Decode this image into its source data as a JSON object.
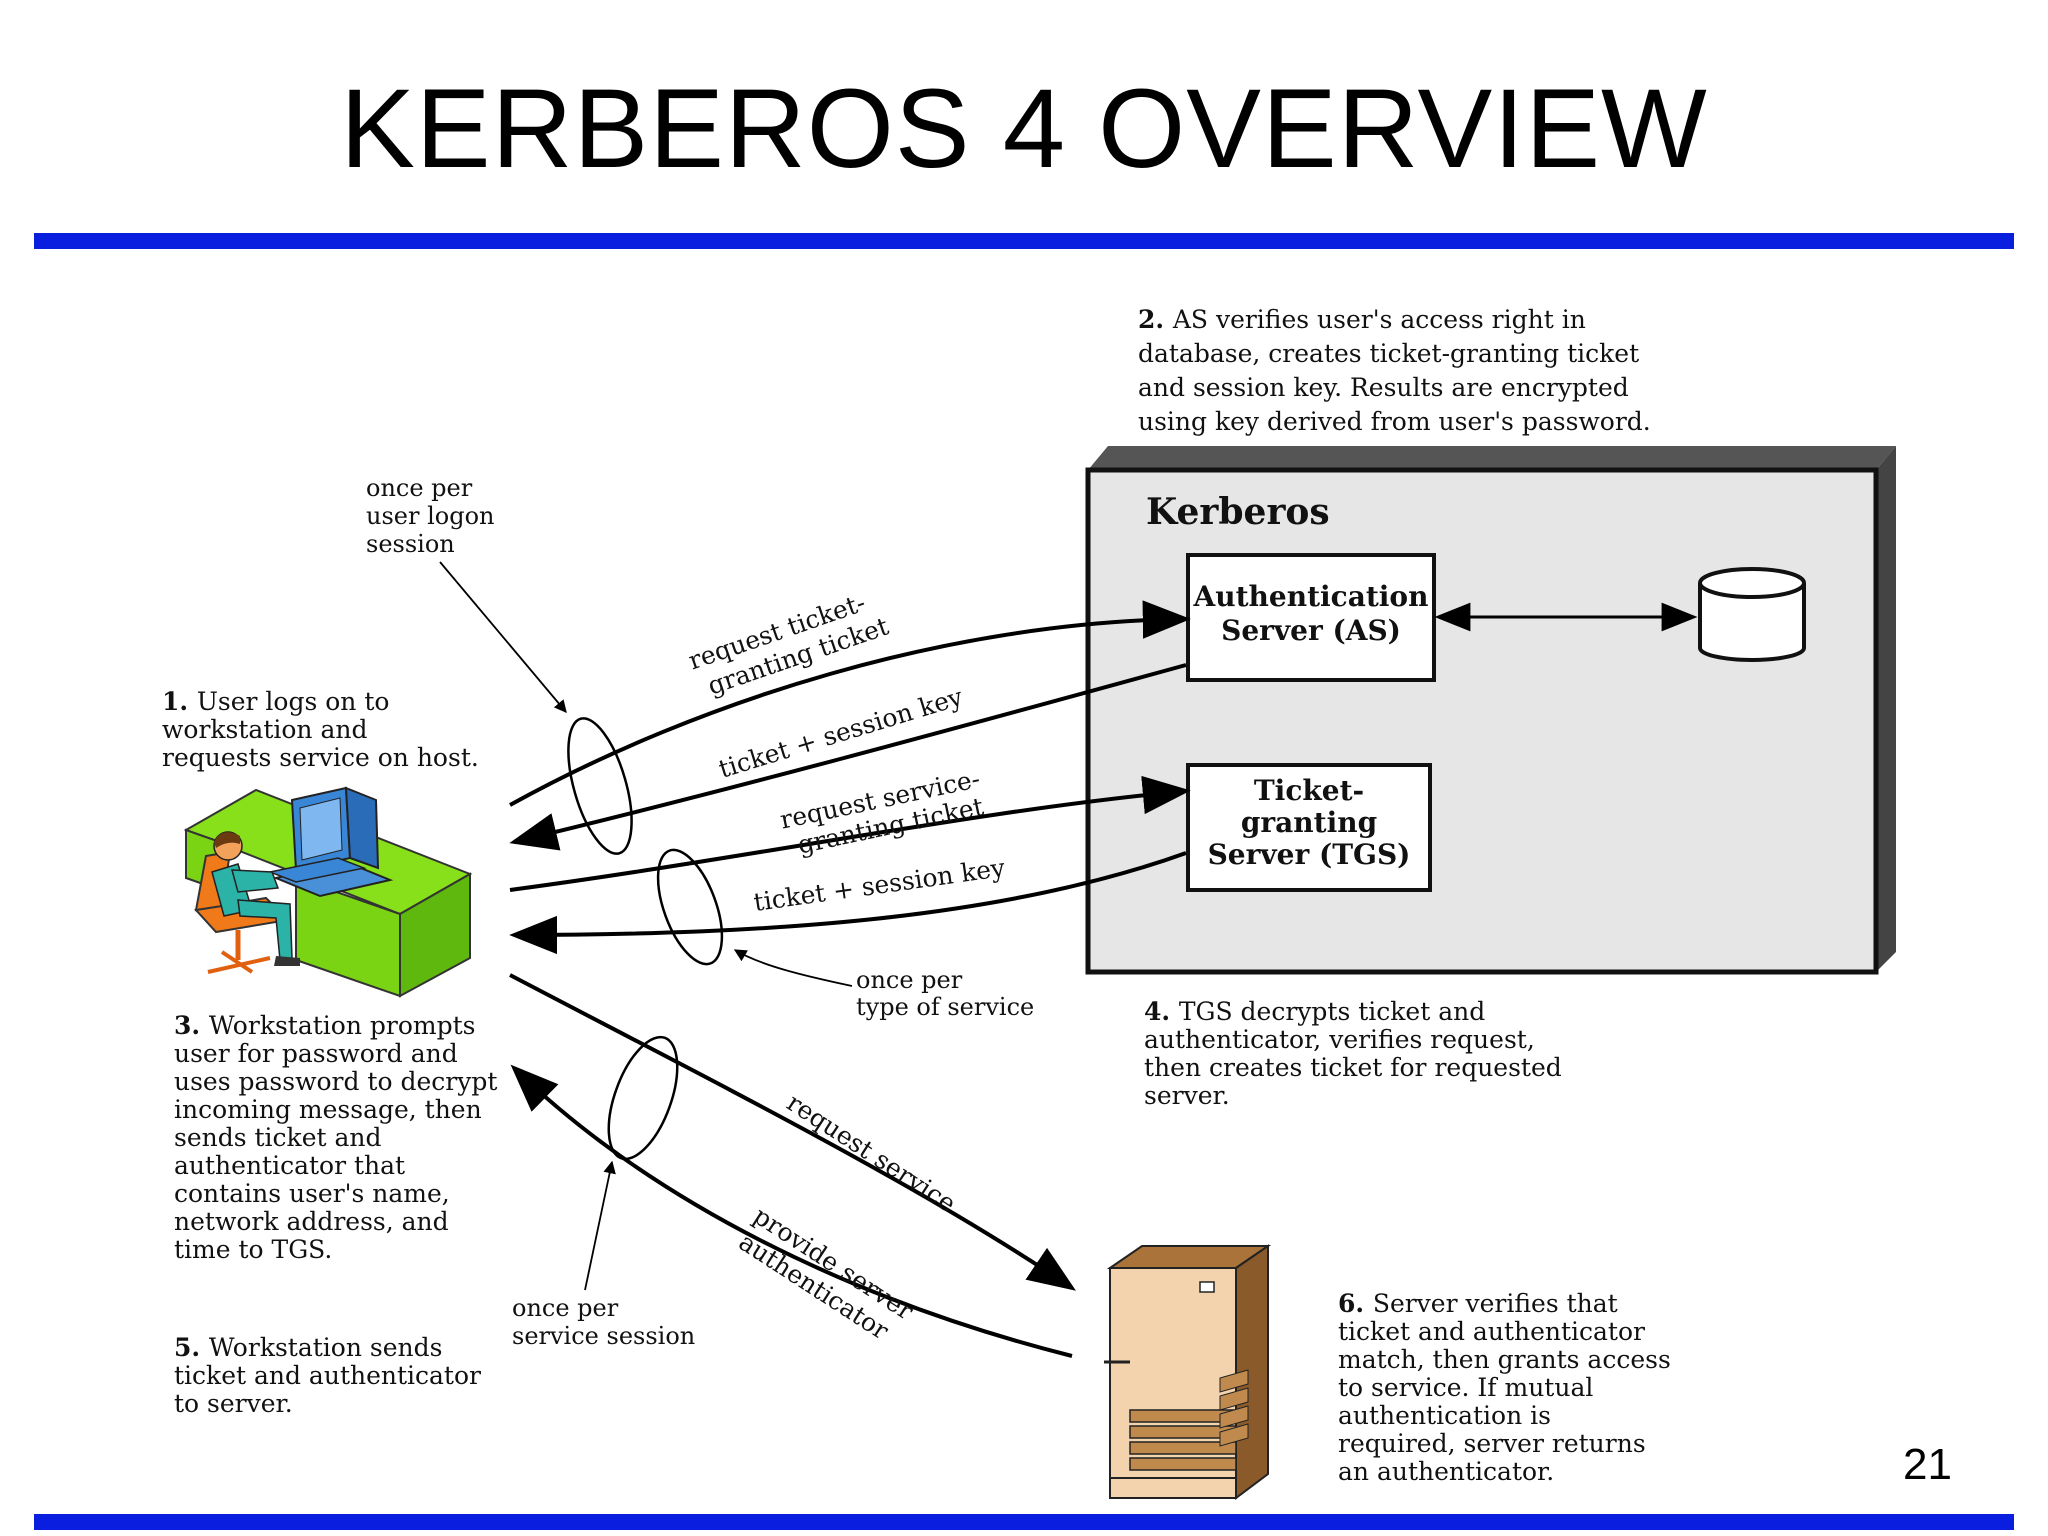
{
  "title": "KERBEROS 4 OVERVIEW",
  "page_number": "21",
  "accent_color": "#0a1ee0",
  "kerberos": {
    "label": "Kerberos",
    "as_label": [
      "Authentication",
      "Server (AS)"
    ],
    "tgs_label": [
      "Ticket-",
      "granting",
      "Server (TGS)"
    ],
    "database_icon": "database-cylinder-icon"
  },
  "steps": {
    "step1": {
      "num": "1.",
      "lines": [
        "User logs on to",
        "workstation and",
        "requests service on host."
      ]
    },
    "step2": {
      "num": "2.",
      "lines": [
        "AS verifies user's access right in",
        "database, creates ticket-granting ticket",
        "and session key. Results are encrypted",
        "using key derived from user's password."
      ]
    },
    "step3": {
      "num": "3.",
      "lines": [
        "Workstation prompts",
        "user for password and",
        "uses password to decrypt",
        "incoming message, then",
        "sends ticket and",
        "authenticator that",
        "contains user's name,",
        "network address, and",
        "time to TGS."
      ]
    },
    "step4": {
      "num": "4.",
      "lines": [
        "TGS decrypts ticket and",
        "authenticator, verifies request,",
        "then creates ticket for requested",
        "server."
      ]
    },
    "step5": {
      "num": "5.",
      "lines": [
        "Workstation sends",
        "ticket and authenticator",
        "to server."
      ]
    },
    "step6": {
      "num": "6.",
      "lines": [
        "Server verifies that",
        "ticket and authenticator",
        "match, then grants access",
        "to service. If mutual",
        "authentication is",
        "required, server returns",
        "an authenticator."
      ]
    }
  },
  "notes": {
    "logon": [
      "once per",
      "user logon",
      "session"
    ],
    "service_type": [
      "once per",
      "type of service"
    ],
    "service_session": [
      "once per",
      "service session"
    ]
  },
  "arrows": {
    "request_tgt": [
      "request ticket-",
      "granting ticket"
    ],
    "ticket_session_key_1": "ticket + session key",
    "request_sgt": [
      "request service-",
      "granting ticket"
    ],
    "ticket_session_key_2": "ticket + session key",
    "request_service": "request service",
    "provide_auth": [
      "provide server",
      "authenticator"
    ]
  },
  "icons": {
    "workstation": "user-at-workstation-icon",
    "server": "server-tower-icon"
  }
}
